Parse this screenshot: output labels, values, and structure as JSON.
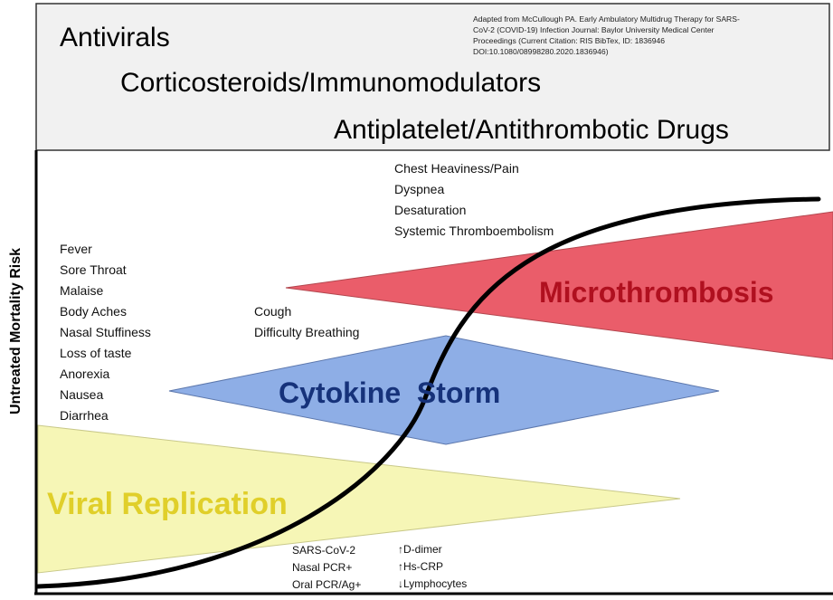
{
  "header": {
    "categories": [
      "Antivirals",
      "Corticosteroids/Immunomodulators",
      "Antiplatelet/Antithrombotic Drugs"
    ],
    "citation": [
      "Adapted from McCullough PA.  Early Ambulatory Multidrug Therapy for SARS-",
      "CoV-2 (COVID-19) Infection Journal: Baylor University Medical Center",
      "Proceedings (Current Citation: RIS BibTex, ID: 1836946",
      "DOI:10.1080/08998280.2020.1836946)"
    ]
  },
  "axis": {
    "y_label": "Untreated Mortality Risk"
  },
  "phases": {
    "viral": "Viral Replication",
    "cytokine": "Cytokine  Storm",
    "micro": "Microthrombosis"
  },
  "colors": {
    "viral_fill": "#f6f6b6",
    "viral_text": "#e0cf2a",
    "cytokine_fill": "#8eaee6",
    "cytokine_text": "#16327a",
    "micro_fill": "#ea5d6a",
    "micro_text": "#b0101f",
    "header_fill": "#f1f1f1"
  },
  "symptoms": {
    "early": [
      "Fever",
      "Sore Throat",
      "Malaise",
      "Body Aches",
      "Nasal Stuffiness",
      "Loss of taste",
      "Anorexia",
      "Nausea",
      "Diarrhea"
    ],
    "respiratory": [
      "Cough",
      "Difficulty Breathing"
    ],
    "severe": [
      "Chest Heaviness/Pain",
      "Dyspnea",
      "Desaturation",
      "Systemic Thromboembolism"
    ]
  },
  "tests": {
    "diagnostic": [
      "SARS-CoV-2",
      "Nasal PCR+",
      "Oral PCR/Ag+"
    ],
    "labs": [
      "↑D-dimer",
      "↑Hs-CRP",
      "↓Lymphocytes"
    ]
  }
}
